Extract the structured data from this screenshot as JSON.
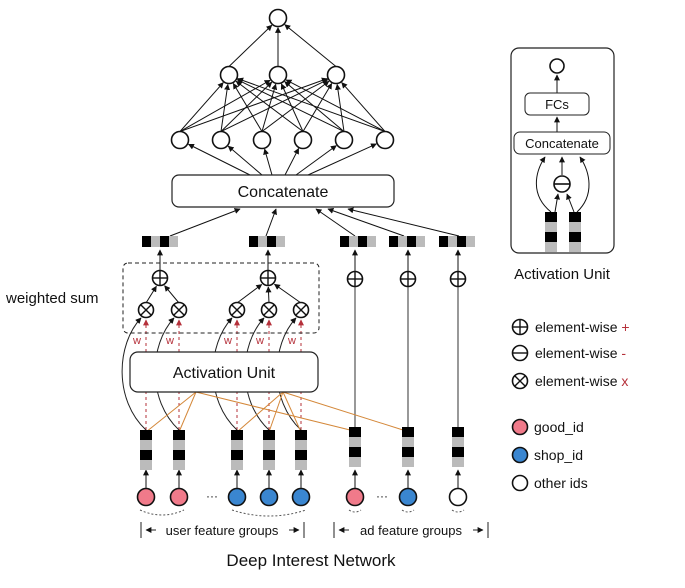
{
  "title": "Deep Interest Network",
  "main": {
    "concatenate_label": "Concatenate",
    "activation_unit_label": "Activation Unit",
    "weighted_sum_label": "weighted sum",
    "weight_label": "w",
    "ellipsis": "···",
    "user_groups_label": "user feature groups",
    "ad_groups_label": "ad feature groups"
  },
  "inset": {
    "title": "Activation Unit",
    "fcs_label": "FCs",
    "concatenate_label": "Concatenate"
  },
  "legend": {
    "ops": [
      {
        "symbol": "plus",
        "label": "element-wise",
        "op": "+"
      },
      {
        "symbol": "minus",
        "label": "element-wise",
        "op": "-"
      },
      {
        "symbol": "times",
        "label": "element-wise",
        "op": "x"
      }
    ],
    "ids": [
      {
        "kind": "good",
        "label": "good_id"
      },
      {
        "kind": "shop",
        "label": "shop_id"
      },
      {
        "kind": "other",
        "label": "other ids"
      }
    ]
  },
  "colors": {
    "good_id": "#f07a8a",
    "shop_id": "#3a86d0",
    "other_id": "#ffffff",
    "activation_link": "#d4883a",
    "weight": "#b5303a",
    "embedding_dark": "#000000",
    "embedding_light": "#bbbbbb"
  }
}
